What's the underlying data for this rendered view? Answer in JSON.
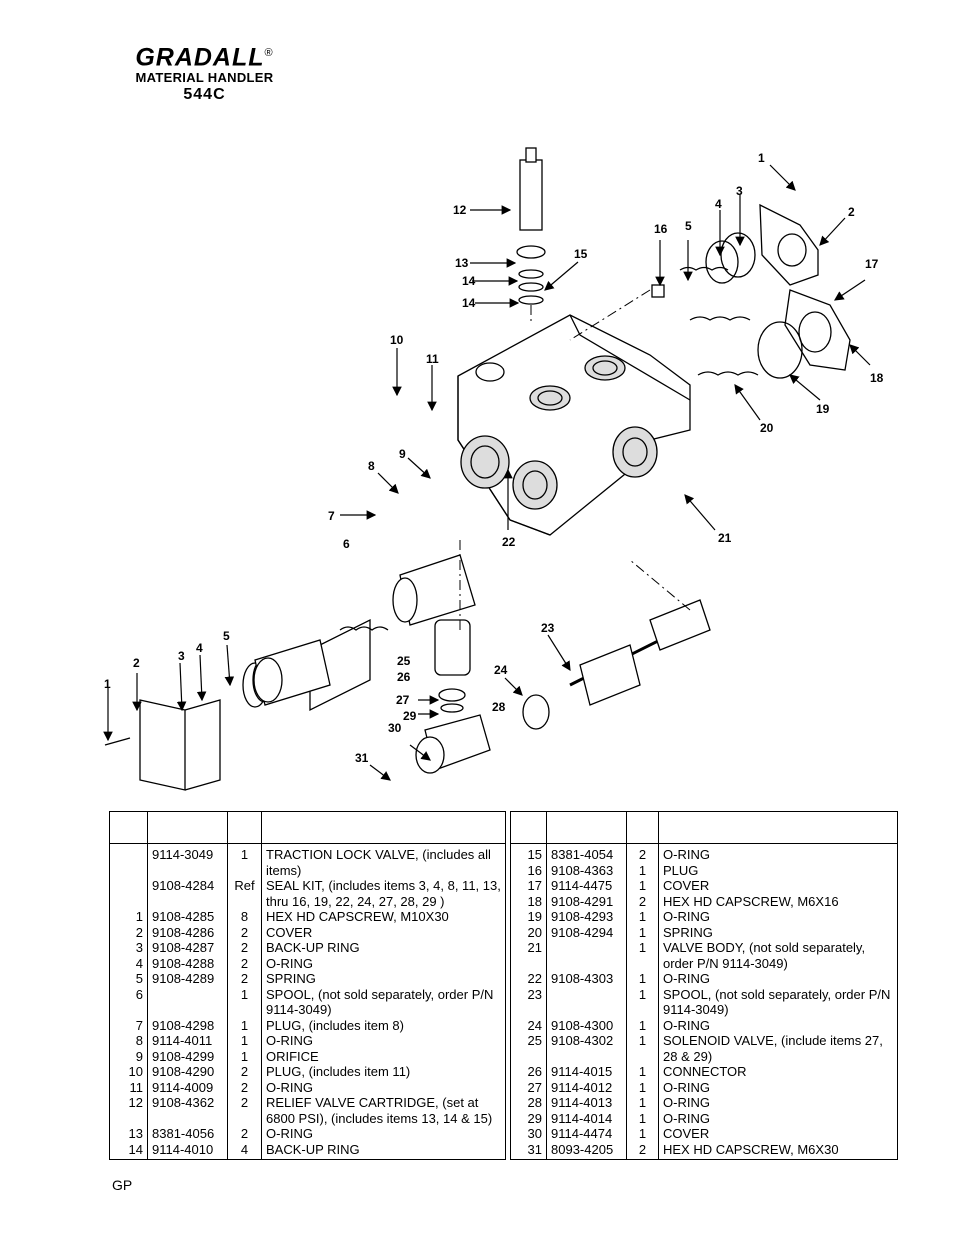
{
  "brand": {
    "name": "GRADALL",
    "registered": "®",
    "subtitle": "MATERIAL HANDLER",
    "model": "544C"
  },
  "callouts": [
    "1",
    "2",
    "3",
    "4",
    "5",
    "16",
    "17",
    "18",
    "19",
    "20",
    "21",
    "12",
    "13",
    "14",
    "14",
    "15",
    "10",
    "11",
    "9",
    "8",
    "7",
    "22",
    "6",
    "1",
    "2",
    "3",
    "4",
    "5",
    "23",
    "25",
    "26",
    "24",
    "27",
    "29",
    "28",
    "30",
    "31"
  ],
  "table_left": {
    "headers": [
      "",
      "",
      "",
      ""
    ],
    "rows": [
      {
        "item": "",
        "part": "9114-3049",
        "qty": "1",
        "desc": "TRACTION LOCK VALVE, (includes all items)"
      },
      {
        "item": "",
        "part": "9108-4284",
        "qty": "Ref",
        "desc": "SEAL KIT, (includes items 3, 4, 8, 11, 13, thru 16, 19, 22, 24, 27, 28, 29 )"
      },
      {
        "item": "1",
        "part": "9108-4285",
        "qty": "8",
        "desc": "HEX HD CAPSCREW, M10X30"
      },
      {
        "item": "2",
        "part": "9108-4286",
        "qty": "2",
        "desc": "COVER"
      },
      {
        "item": "3",
        "part": "9108-4287",
        "qty": "2",
        "desc": "BACK-UP RING"
      },
      {
        "item": "4",
        "part": "9108-4288",
        "qty": "2",
        "desc": "O-RING"
      },
      {
        "item": "5",
        "part": "9108-4289",
        "qty": "2",
        "desc": "SPRING"
      },
      {
        "item": "6",
        "part": "",
        "qty": "1",
        "desc": "SPOOL, (not sold separately, order P/N 9114-3049)"
      },
      {
        "item": "7",
        "part": "9108-4298",
        "qty": "1",
        "desc": "PLUG, (includes item 8)"
      },
      {
        "item": "8",
        "part": "9114-4011",
        "qty": "1",
        "desc": "O-RING"
      },
      {
        "item": "9",
        "part": "9108-4299",
        "qty": "1",
        "desc": "ORIFICE"
      },
      {
        "item": "10",
        "part": "9108-4290",
        "qty": "2",
        "desc": "PLUG, (includes item 11)"
      },
      {
        "item": "11",
        "part": "9114-4009",
        "qty": "2",
        "desc": "O-RING"
      },
      {
        "item": "12",
        "part": "9108-4362",
        "qty": "2",
        "desc": "RELIEF VALVE CARTRIDGE, (set at 6800 PSI), (includes items 13, 14 & 15)"
      },
      {
        "item": "13",
        "part": "8381-4056",
        "qty": "2",
        "desc": "O-RING"
      },
      {
        "item": "14",
        "part": "9114-4010",
        "qty": "4",
        "desc": "BACK-UP RING"
      }
    ]
  },
  "table_right": {
    "headers": [
      "",
      "",
      "",
      ""
    ],
    "rows": [
      {
        "item": "15",
        "part": "8381-4054",
        "qty": "2",
        "desc": "O-RING"
      },
      {
        "item": "16",
        "part": "9108-4363",
        "qty": "1",
        "desc": "PLUG"
      },
      {
        "item": "17",
        "part": "9114-4475",
        "qty": "1",
        "desc": "COVER"
      },
      {
        "item": "18",
        "part": "9108-4291",
        "qty": "2",
        "desc": "HEX HD CAPSCREW, M6X16"
      },
      {
        "item": "19",
        "part": "9108-4293",
        "qty": "1",
        "desc": "O-RING"
      },
      {
        "item": "20",
        "part": "9108-4294",
        "qty": "1",
        "desc": "SPRING"
      },
      {
        "item": "21",
        "part": "",
        "qty": "1",
        "desc": "VALVE BODY, (not sold separately, order P/N 9114-3049)"
      },
      {
        "item": "22",
        "part": "9108-4303",
        "qty": "1",
        "desc": "O-RING"
      },
      {
        "item": "23",
        "part": "",
        "qty": "1",
        "desc": "SPOOL, (not sold separately, order P/N 9114-3049)"
      },
      {
        "item": "24",
        "part": "9108-4300",
        "qty": "1",
        "desc": "O-RING"
      },
      {
        "item": "25",
        "part": "9108-4302",
        "qty": "1",
        "desc": "SOLENOID VALVE, (include items 27, 28 & 29)"
      },
      {
        "item": "26",
        "part": "9114-4015",
        "qty": "1",
        "desc": "CONNECTOR"
      },
      {
        "item": "27",
        "part": "9114-4012",
        "qty": "1",
        "desc": "O-RING"
      },
      {
        "item": "28",
        "part": "9114-4013",
        "qty": "1",
        "desc": "O-RING"
      },
      {
        "item": "29",
        "part": "9114-4014",
        "qty": "1",
        "desc": "O-RING"
      },
      {
        "item": "30",
        "part": "9114-4474",
        "qty": "1",
        "desc": "COVER"
      },
      {
        "item": "31",
        "part": "8093-4205",
        "qty": "2",
        "desc": "HEX HD CAPSCREW, M6X30"
      }
    ]
  },
  "footer": {
    "code": "GP"
  }
}
